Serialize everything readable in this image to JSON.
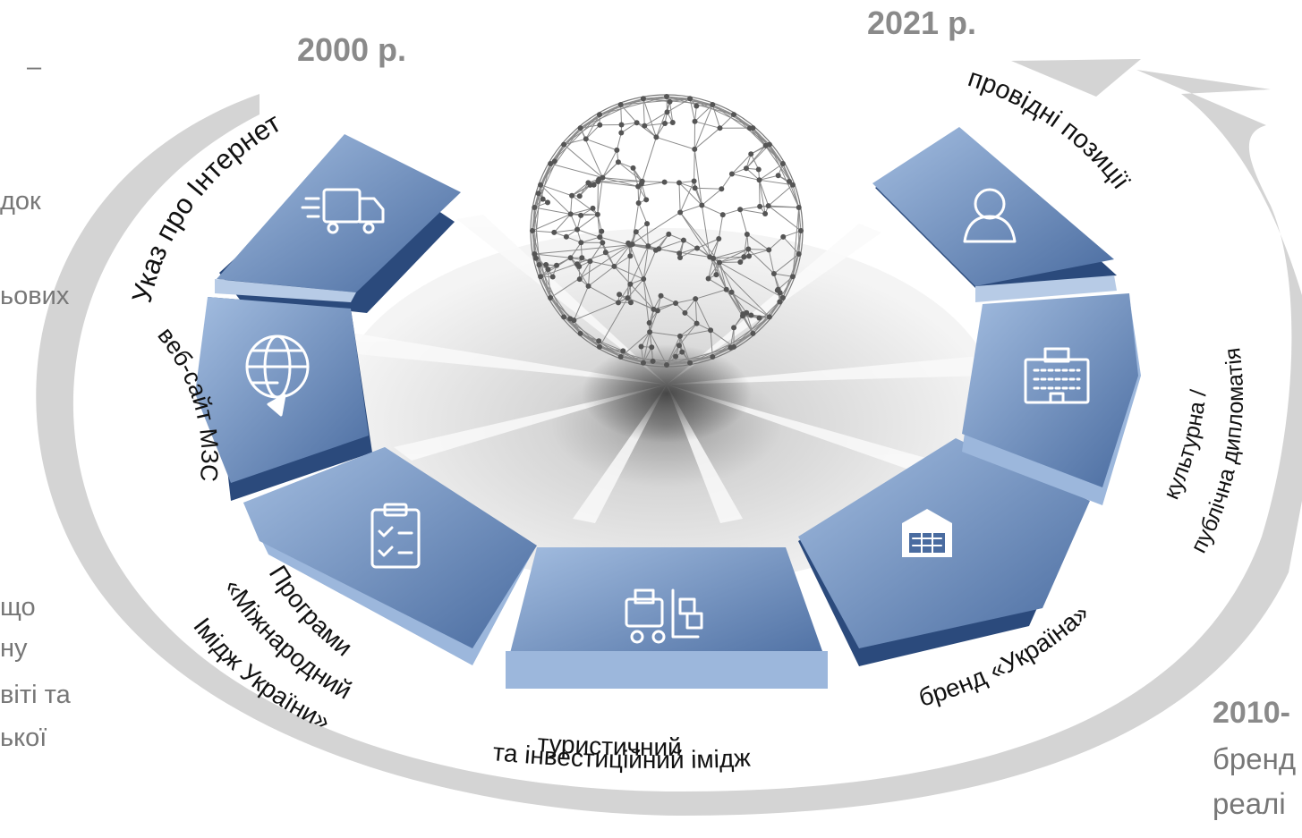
{
  "years": {
    "start": "2000 р.",
    "end": "2021 р.",
    "mid_partial": "2010-"
  },
  "segments": [
    {
      "icon": "delivery-truck-icon",
      "label": "Указ про Інтернет"
    },
    {
      "icon": "globe-refresh-icon",
      "label": "веб-сайт МЗС"
    },
    {
      "icon": "clipboard-checklist-icon",
      "label_lines": [
        "Програми",
        "«Міжнародний",
        "Імідж України»"
      ]
    },
    {
      "icon": "forklift-icon",
      "label_lines": [
        "туристичний",
        "та інвестиційний імідж"
      ]
    },
    {
      "icon": "warehouse-icon",
      "label": "бренд «Україна»"
    },
    {
      "icon": "office-building-icon",
      "label_lines": [
        "культурна /",
        "публічна дипломатія"
      ]
    },
    {
      "icon": "user-icon",
      "label": "провідні позиції"
    }
  ],
  "left_fragments": [
    "–",
    "док",
    "ьових",
    "що",
    "ну",
    "віті та",
    "ької"
  ],
  "right_fragments": [
    "бренд",
    "реалі"
  ],
  "colors": {
    "arrow": "#d4d4d4",
    "segment_top_light": "#98b4d8",
    "segment_top_dark": "#3c5d91",
    "segment_side": "#2b4a7c",
    "year_text": "#8a8a8a",
    "label_text": "#111111",
    "side_text": "#777777"
  }
}
